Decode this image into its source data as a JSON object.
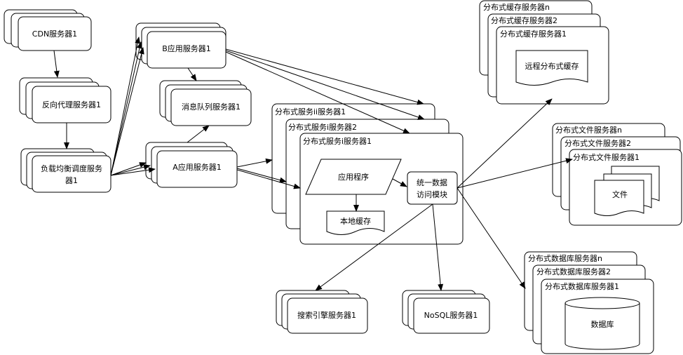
{
  "nodes": {
    "cdn": "CDN服务器1",
    "reverse_proxy": "反向代理服务器1",
    "load_balancer_line1": "负载均衡调度服务",
    "load_balancer_line2": "器1",
    "b_app": "B应用服务器1",
    "mq": "消息队列服务器1",
    "a_app": "A应用服务器1",
    "svc_ii": "分布式服务ii服务器1",
    "svc_i2": "分布式服务i服务器2",
    "svc_i1": "分布式服务i服务器1",
    "app_program": "应用程序",
    "unified_line1": "统一数据",
    "unified_line2": "访问模块",
    "local_cache": "本地缓存",
    "cache_n": "分布式缓存服务器n",
    "cache_2": "分布式缓存服务器2",
    "cache_1": "分布式缓存服务器1",
    "remote_cache": "远程分布式缓存",
    "file_n": "分布式文件服务器n",
    "file_2": "分布式文件服务器2",
    "file_1": "分布式文件服务器1",
    "file_doc": "文件",
    "db_n": "分布式数据库服务器n",
    "db_2": "分布式数据库服务器2",
    "db_1": "分布式数据库服务器1",
    "database": "数据库",
    "search": "搜索引擎服务器1",
    "nosql": "NoSQL服务器1"
  }
}
